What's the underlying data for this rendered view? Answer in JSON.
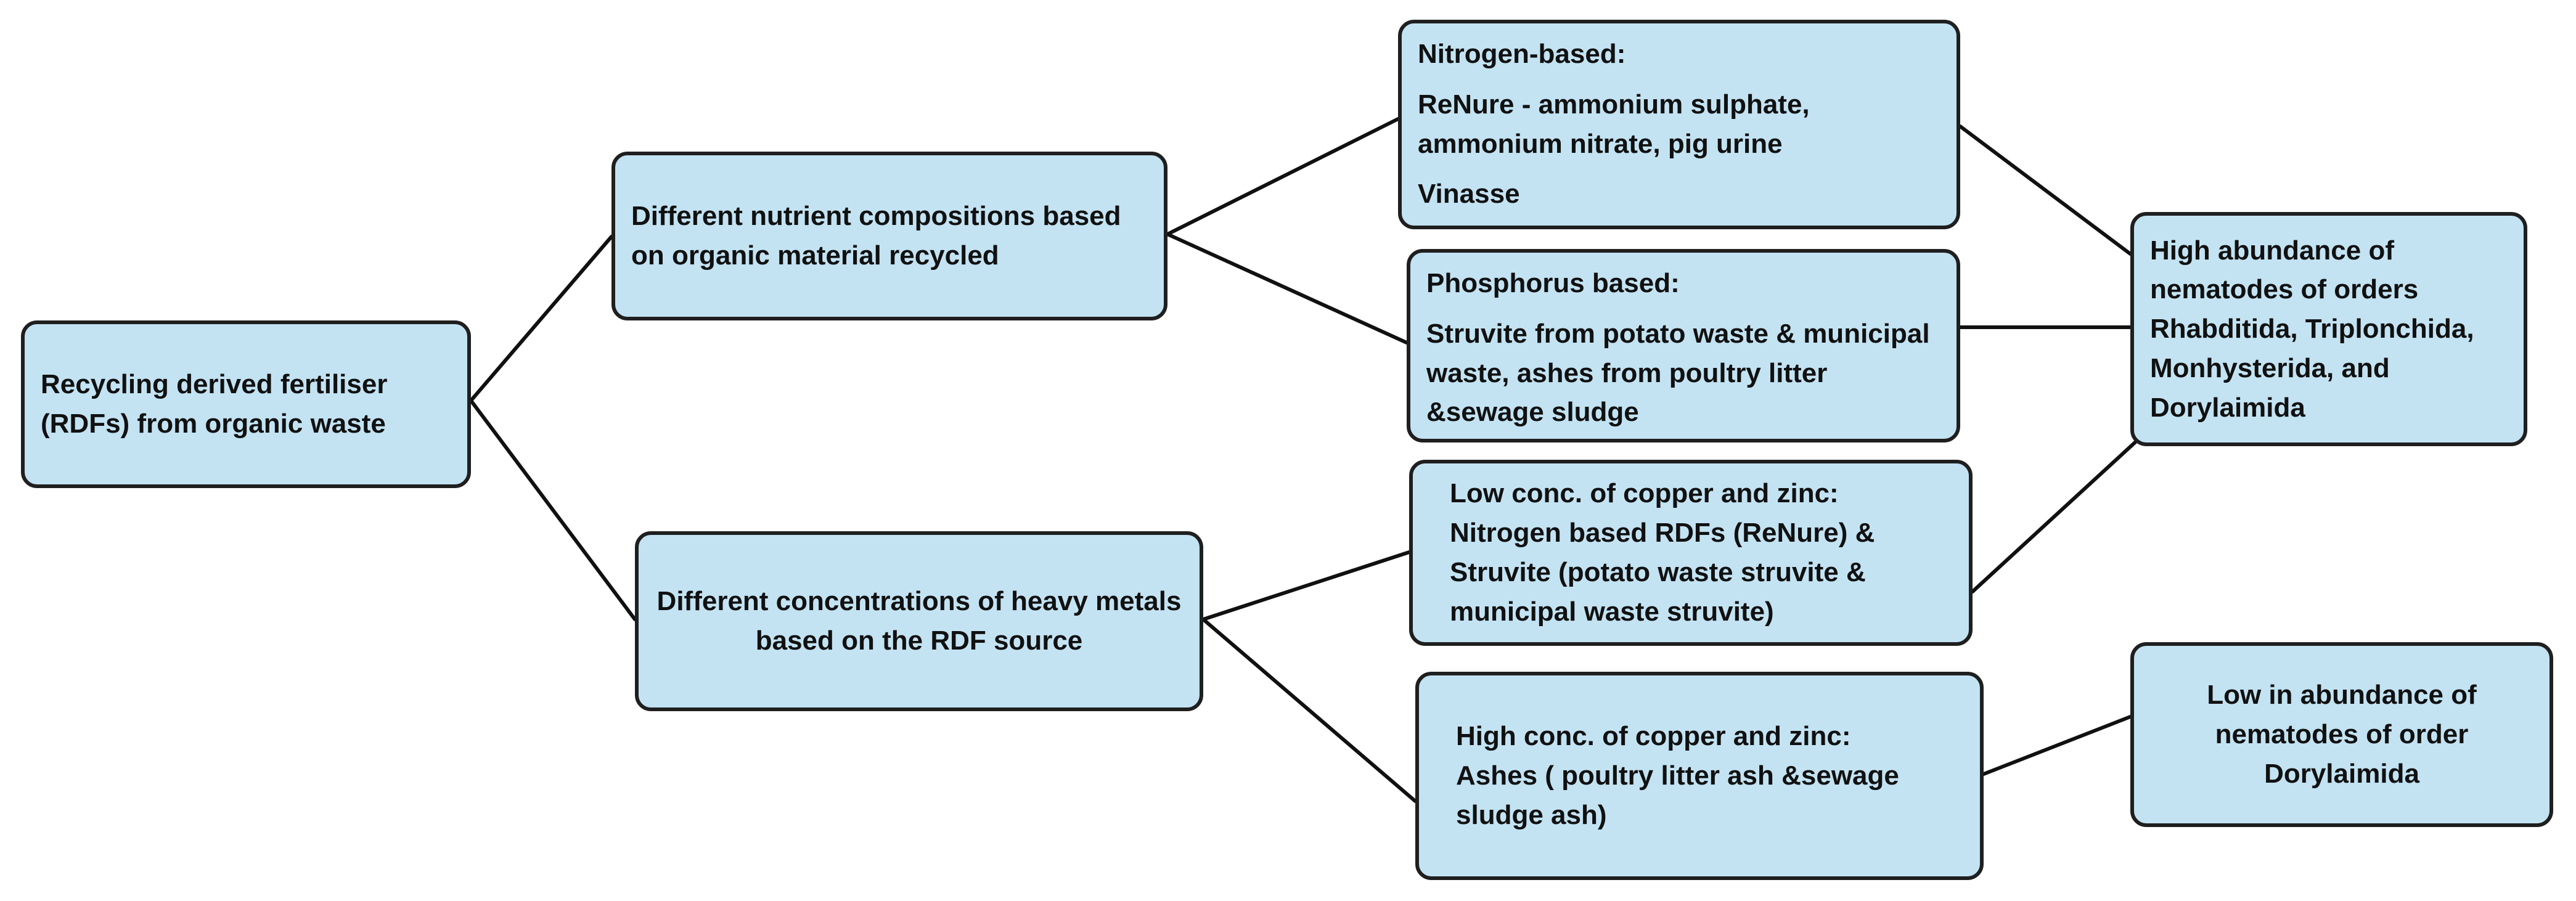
{
  "diagram": {
    "root": {
      "text": "Recycling derived fertiliser (RDFs) from organic waste"
    },
    "nutrient_box": {
      "text": "Different nutrient compositions based on organic material recycled"
    },
    "metal_box": {
      "text": "Different concentrations of heavy metals based on the RDF source"
    },
    "nitrogen_box": {
      "heading": "Nitrogen-based:",
      "line1": "ReNure - ammonium sulphate, ammonium nitrate, pig urine",
      "line2": "Vinasse"
    },
    "phosphorus_box": {
      "heading": "Phosphorus based:",
      "line1": "Struvite from potato waste & municipal waste, ashes from poultry litter &sewage sludge"
    },
    "low_metal_box": {
      "heading": "Low conc. of copper and zinc:",
      "line1": "Nitrogen based RDFs (ReNure) & Struvite (potato waste struvite & municipal waste struvite)"
    },
    "high_metal_box": {
      "heading": "High conc. of copper and zinc:",
      "line1": "Ashes ( poultry litter ash &sewage sludge ash)"
    },
    "high_abundance_box": {
      "text": "High abundance of nematodes of orders Rhabditida, Triplonchida, Monhysterida, and Dorylaimida"
    },
    "low_abundance_box": {
      "text": "Low  in abundance of nematodes of order Dorylaimida"
    },
    "colors": {
      "box_fill": "#c3e3f3",
      "box_border": "#1f1f1f",
      "connector": "#111111"
    }
  }
}
